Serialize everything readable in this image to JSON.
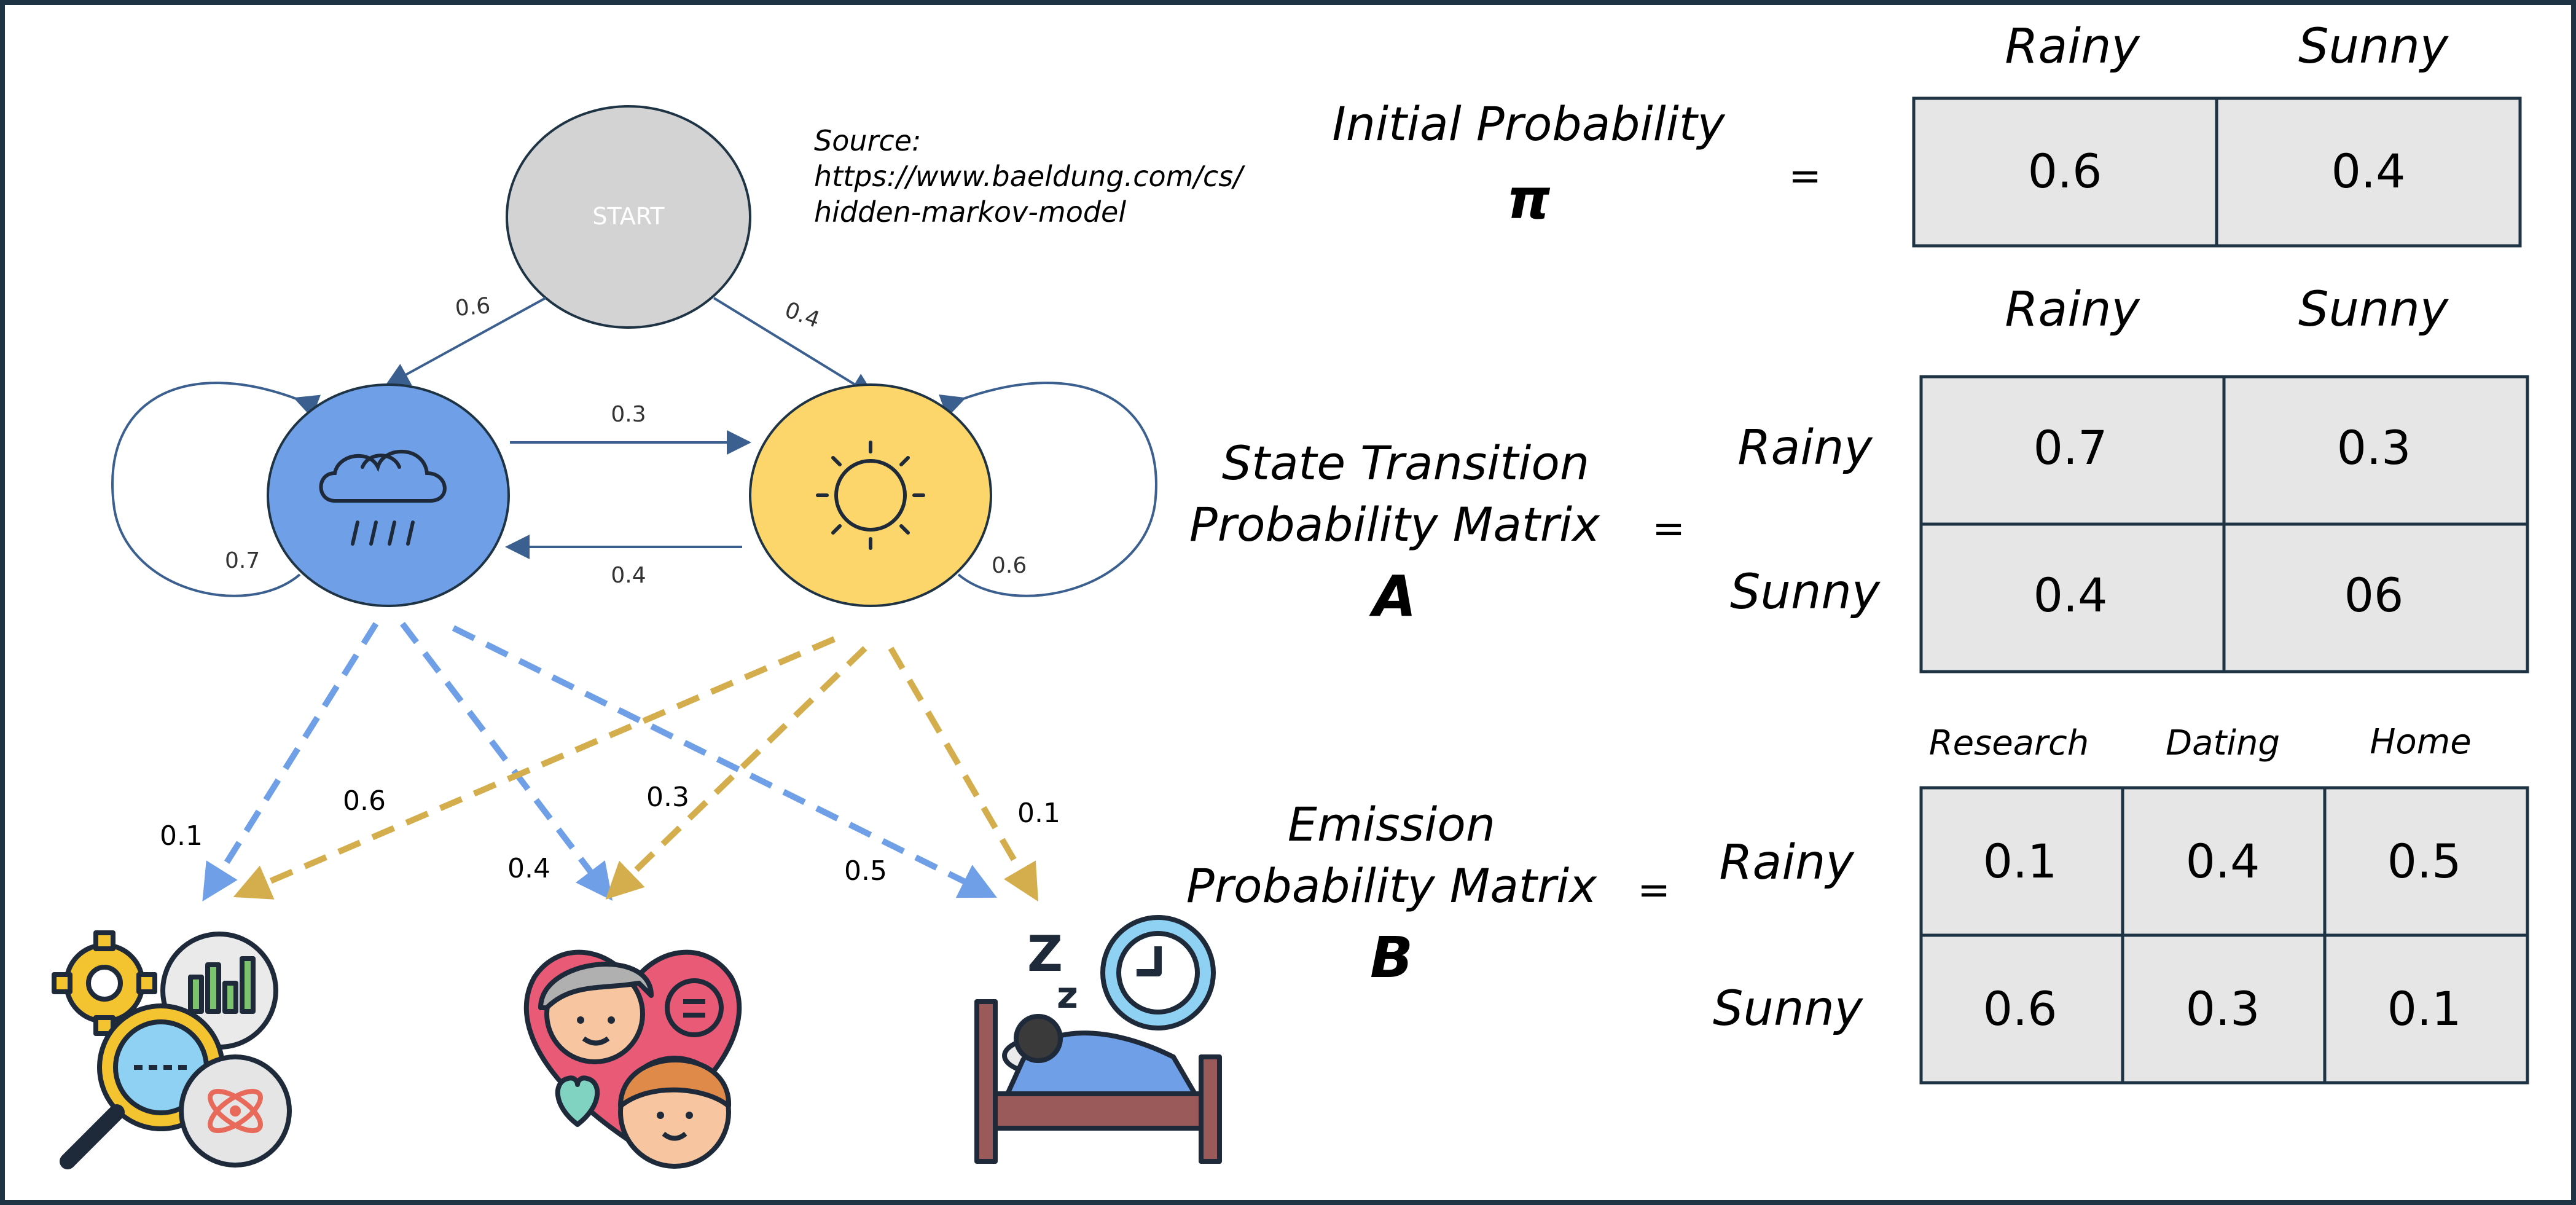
{
  "source": {
    "line1": "Source:",
    "line2": "https://www.baeldung.com/cs/",
    "line3": "hidden-markov-model"
  },
  "states": {
    "start": "START",
    "rainy_icon": "rain-cloud-icon",
    "sunny_icon": "sun-icon"
  },
  "transitions": {
    "start_to_rainy": "0.6",
    "start_to_sunny": "0.4",
    "rainy_to_sunny": "0.3",
    "sunny_to_rainy": "0.4",
    "rainy_self": "0.7",
    "sunny_self": "0.6"
  },
  "emissions_edges": {
    "rainy_research": "0.1",
    "sunny_research": "0.6",
    "rainy_dating": "0.4",
    "sunny_dating": "0.3",
    "rainy_home": "0.5",
    "sunny_home": "0.1"
  },
  "observations": {
    "research_icon": "research-icon",
    "dating_icon": "dating-couple-icon",
    "home_icon": "sleeping-bed-icon"
  },
  "initial": {
    "label_line1": "Initial Probability",
    "symbol": "π",
    "equals": "=",
    "col_headers": [
      "Rainy",
      "Sunny"
    ],
    "values": [
      "0.6",
      "0.4"
    ]
  },
  "transition_matrix": {
    "label_line1": "State Transition",
    "label_line2": "Probability Matrix",
    "symbol": "A",
    "equals": "=",
    "col_headers": [
      "Rainy",
      "Sunny"
    ],
    "row_headers": [
      "Rainy",
      "Sunny"
    ],
    "values": [
      [
        "0.7",
        "0.3"
      ],
      [
        "0.4",
        "06"
      ]
    ]
  },
  "emission_matrix": {
    "label_line1": "Emission",
    "label_line2": "Probability Matrix",
    "symbol": "B",
    "equals": "=",
    "col_headers": [
      "Research",
      "Dating",
      "Home"
    ],
    "row_headers": [
      "Rainy",
      "Sunny"
    ],
    "values": [
      [
        "0.1",
        "0.4",
        "0.5"
      ],
      [
        "0.6",
        "0.3",
        "0.1"
      ]
    ]
  },
  "colors": {
    "rainy": "#6f9fe6",
    "sunny": "#fcd66a",
    "start": "#d3d3d3",
    "edge_blue": "#3b5f8f",
    "dash_blue": "#6f9fe6",
    "dash_gold": "#d4ad4c",
    "cell": "#e6e6e6",
    "border": "#1e3344"
  }
}
